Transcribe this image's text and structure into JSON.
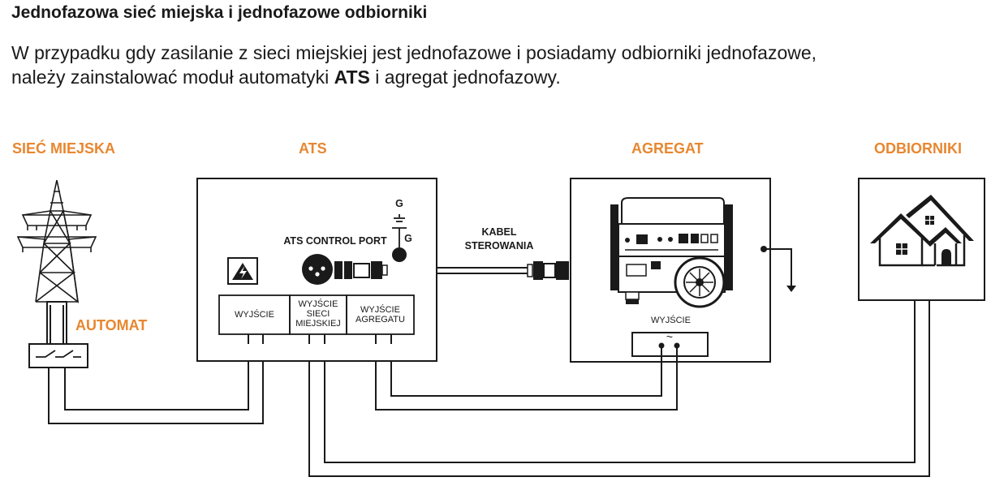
{
  "title": "Jednofazowa sieć miejska i jednofazowe odbiorniki",
  "description": {
    "line1": "W przypadku gdy zasilanie z sieci miejskiej jest jednofazowe i posiadamy odbiorniki jednofazowe,",
    "line2_pre": "należy zainstalować moduł automatyki ",
    "line2_bold": "ATS",
    "line2_post": " i agregat jednofazowy."
  },
  "sections": {
    "grid": "SIEĆ MIEJSKA",
    "ats": "ATS",
    "generator": "AGREGAT",
    "loads": "ODBIORNIKI",
    "breaker": "AUTOMAT"
  },
  "ats": {
    "control_port": "ATS CONTROL PORT",
    "ground_top": "G",
    "ground_side": "G",
    "output": "WYJŚCIE",
    "grid_output": "WYJŚCIE SIECI MIEJSKIEJ",
    "generator_output": "WYJŚCIE AGREGATU"
  },
  "cable": {
    "label_line1": "KABEL",
    "label_line2": "STEROWANIA"
  },
  "generator": {
    "output": "WYJŚCIE",
    "ac_symbol": "~"
  },
  "colors": {
    "accent": "#e8872f",
    "line": "#1a1a1a"
  }
}
